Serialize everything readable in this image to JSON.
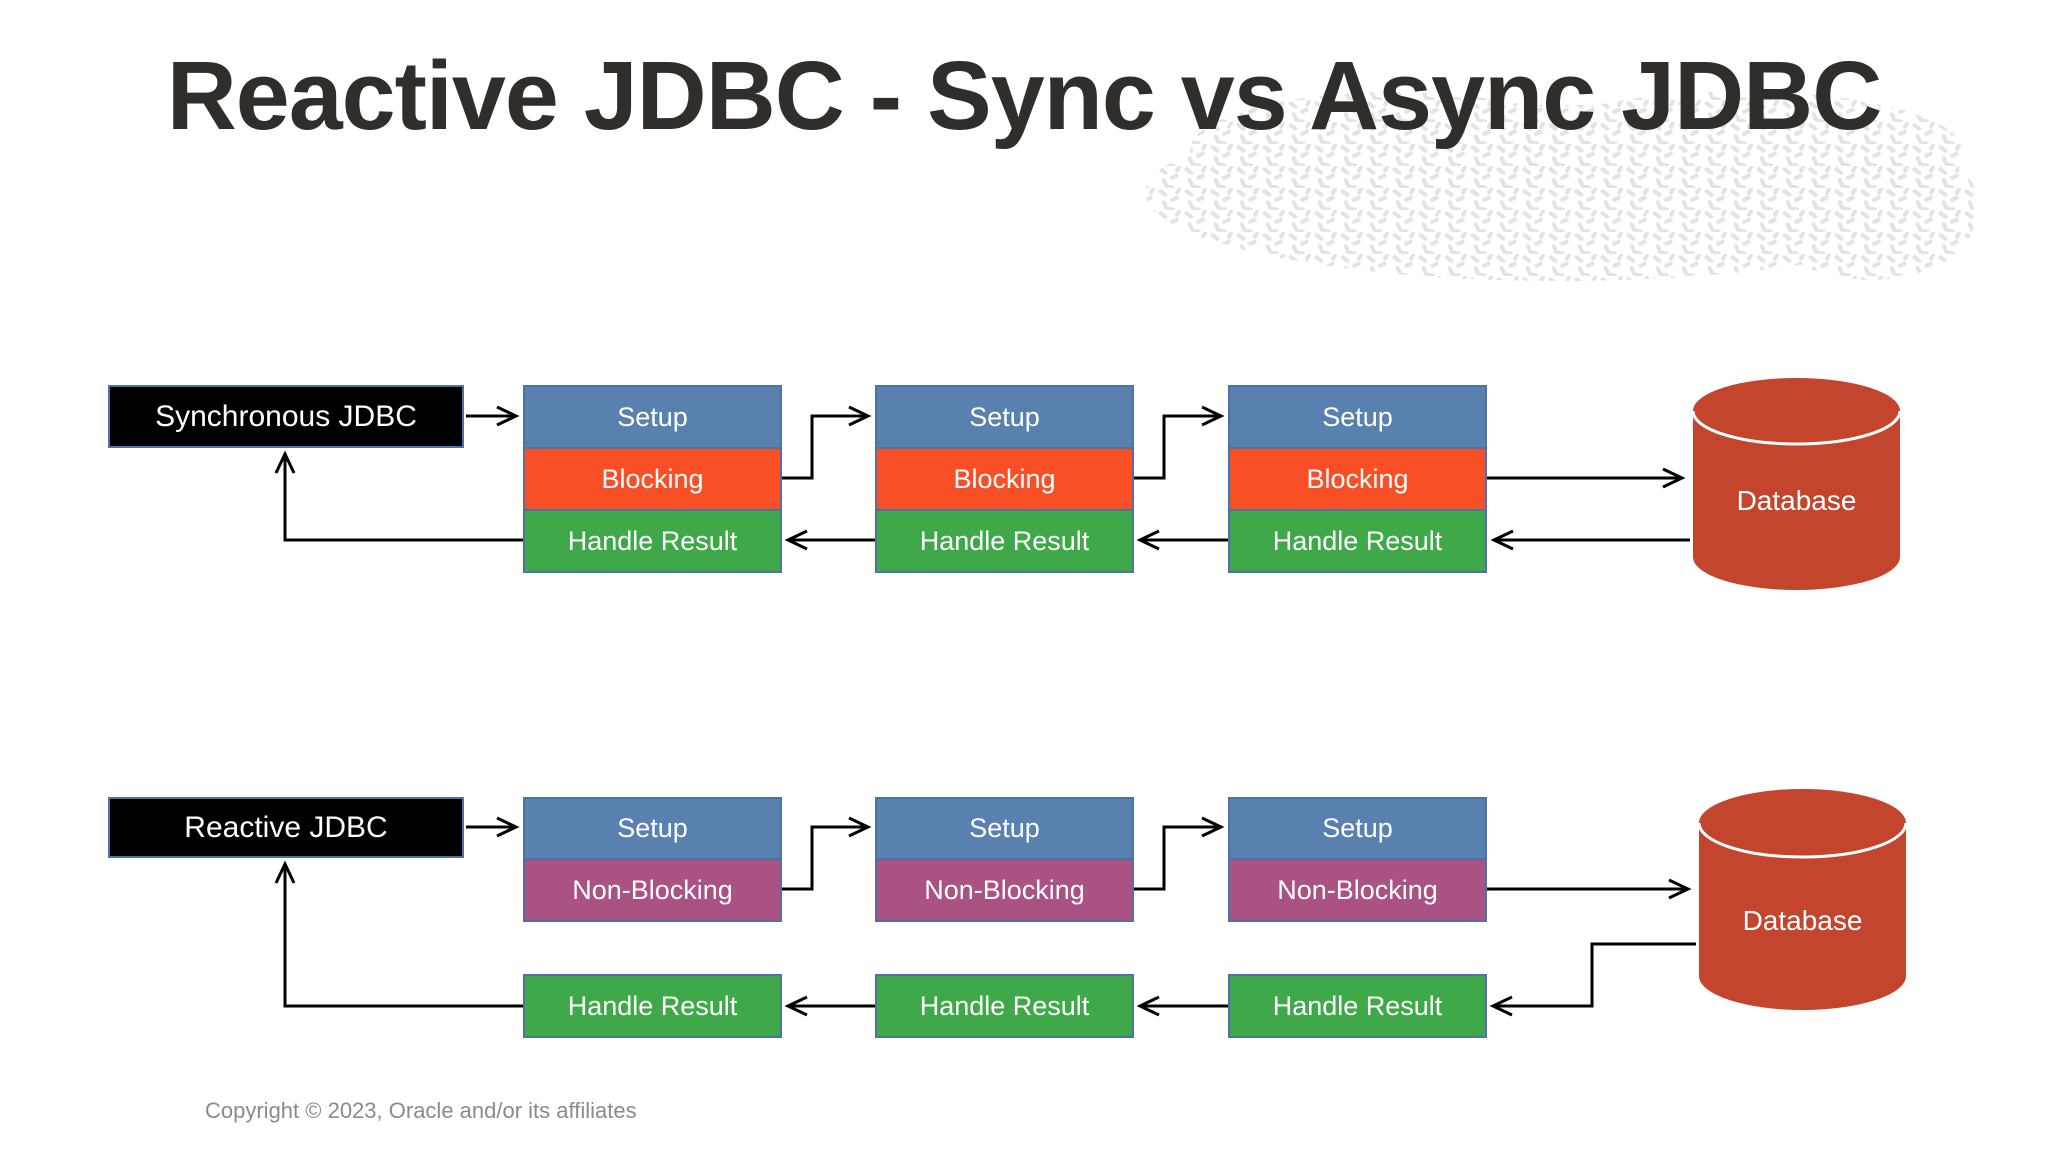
{
  "title": "Reactive JDBC - Sync vs Async JDBC",
  "footer": {
    "copyright": "Copyright © 2023, Oracle and/or its affiliates"
  },
  "colors": {
    "setup": "#5881b0",
    "blocking": "#f94f27",
    "non_blocking": "#aa5283",
    "handle_result": "#3fa94a",
    "database": "#c3452e",
    "box_border": "#4e71a8",
    "flow_label_bg": "#000000",
    "title_text": "#312d2a",
    "copyright_text": "#8e8a84"
  },
  "sync_flow": {
    "label": "Synchronous JDBC",
    "database_label": "Database",
    "columns": [
      {
        "setup": "Setup",
        "work": "Blocking",
        "result": "Handle Result"
      },
      {
        "setup": "Setup",
        "work": "Blocking",
        "result": "Handle Result"
      },
      {
        "setup": "Setup",
        "work": "Blocking",
        "result": "Handle Result"
      }
    ]
  },
  "reactive_flow": {
    "label": "Reactive JDBC",
    "database_label": "Database",
    "columns": [
      {
        "setup": "Setup",
        "work": "Non-Blocking",
        "result": "Handle Result"
      },
      {
        "setup": "Setup",
        "work": "Non-Blocking",
        "result": "Handle Result"
      },
      {
        "setup": "Setup",
        "work": "Non-Blocking",
        "result": "Handle Result"
      }
    ]
  }
}
